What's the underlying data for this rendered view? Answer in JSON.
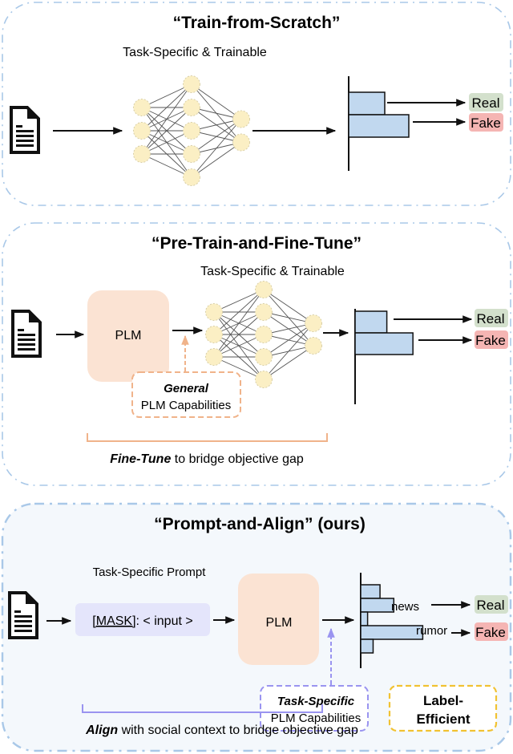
{
  "panels": [
    {
      "title": "“Train-from-Scratch”",
      "network_label": "Task-Specific & Trainable",
      "outputs": [
        "Real",
        "Fake"
      ],
      "bar_values": [
        0.45,
        0.75
      ]
    },
    {
      "title": "“Pre-Train-and-Fine-Tune”",
      "network_label": "Task-Specific & Trainable",
      "plm_label": "PLM",
      "capability_bold": "General",
      "capability_text": "PLM Capabilities",
      "bracket_bold": "Fine-Tune",
      "bracket_text": " to bridge objective gap",
      "outputs": [
        "Real",
        "Fake"
      ],
      "bar_values": [
        0.45,
        0.82
      ]
    },
    {
      "title": "“Prompt-and-Align” (ours)",
      "prompt_label": "Task-Specific Prompt",
      "prompt_mask": "[MASK]",
      "prompt_rest": ": < input >",
      "plm_label": "PLM",
      "capability_bold": "Task-Specific",
      "capability_text": "PLM Capabilities",
      "label_efficient_line1": "Label-",
      "label_efficient_line2": "Efficient",
      "bracket_bold": "Align",
      "bracket_text": " with social context to bridge objective gap",
      "words": [
        "news",
        "rumor"
      ],
      "outputs": [
        "Real",
        "Fake"
      ],
      "bar_values": [
        0.28,
        0.48,
        0.1,
        0.9,
        0.18
      ]
    }
  ],
  "colors": {
    "panel_border": "#a9c8e8",
    "panel3_fill": "#f4f8fc",
    "node_fill": "#fbefc4",
    "plm_fill": "#fbe3d3",
    "prompt_fill": "#e4e5fb",
    "bar_fill": "#c1d8ef",
    "real_fill": "#d3e0cc",
    "fake_fill": "#f5b5b3",
    "general_border": "#f0b38a",
    "taskspec_border": "#9a94f0",
    "label_eff_border": "#f1c232"
  }
}
